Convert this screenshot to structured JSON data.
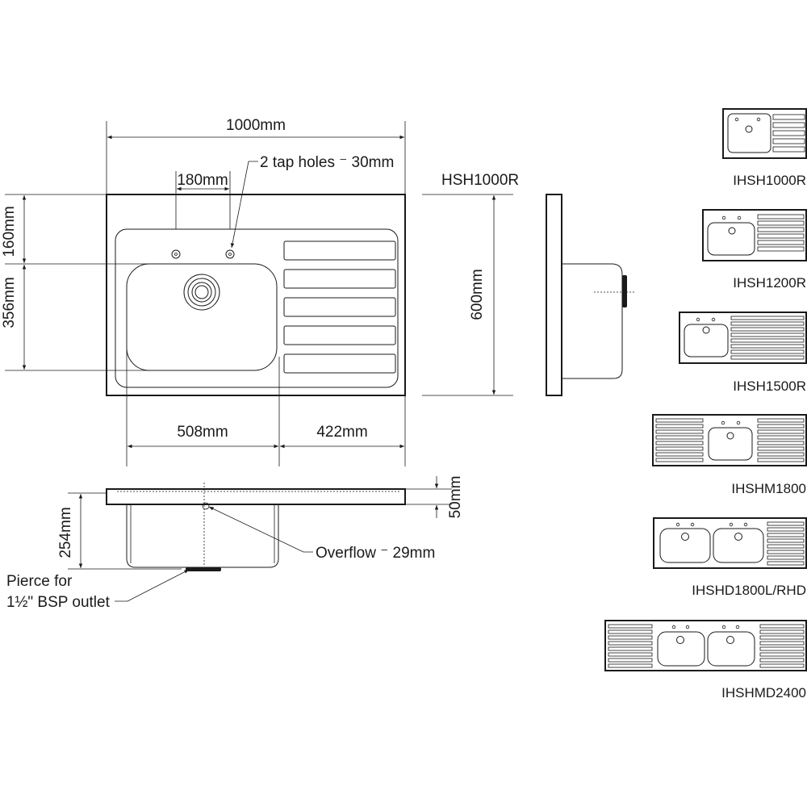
{
  "main_view": {
    "model": "HSH1000R",
    "dim_width": "1000mm",
    "dim_tap_offset": "180mm",
    "tap_note": "2 tap holes ⁻ 30mm",
    "dim_top_margin": "160mm",
    "dim_bowl_height": "356mm",
    "dim_bowl_width": "508mm",
    "dim_drainer_width": "422mm",
    "dim_depth": "600mm"
  },
  "section_view": {
    "dim_bowl_depth": "254mm",
    "dim_flange": "50mm",
    "overflow_note": "Overflow ⁻ 29mm",
    "outlet_note_line1": "Pierce for",
    "outlet_note_line2": "1½\" BSP outlet"
  },
  "variants": [
    {
      "label": "IHSH1000R"
    },
    {
      "label": "IHSH1200R"
    },
    {
      "label": "IHSH1500R"
    },
    {
      "label": "IHSHM1800"
    },
    {
      "label": "IHSHD1800L/RHD"
    },
    {
      "label": "IHSHMD2400"
    }
  ],
  "colors": {
    "line": "#1a1a1a",
    "background": "#ffffff"
  }
}
